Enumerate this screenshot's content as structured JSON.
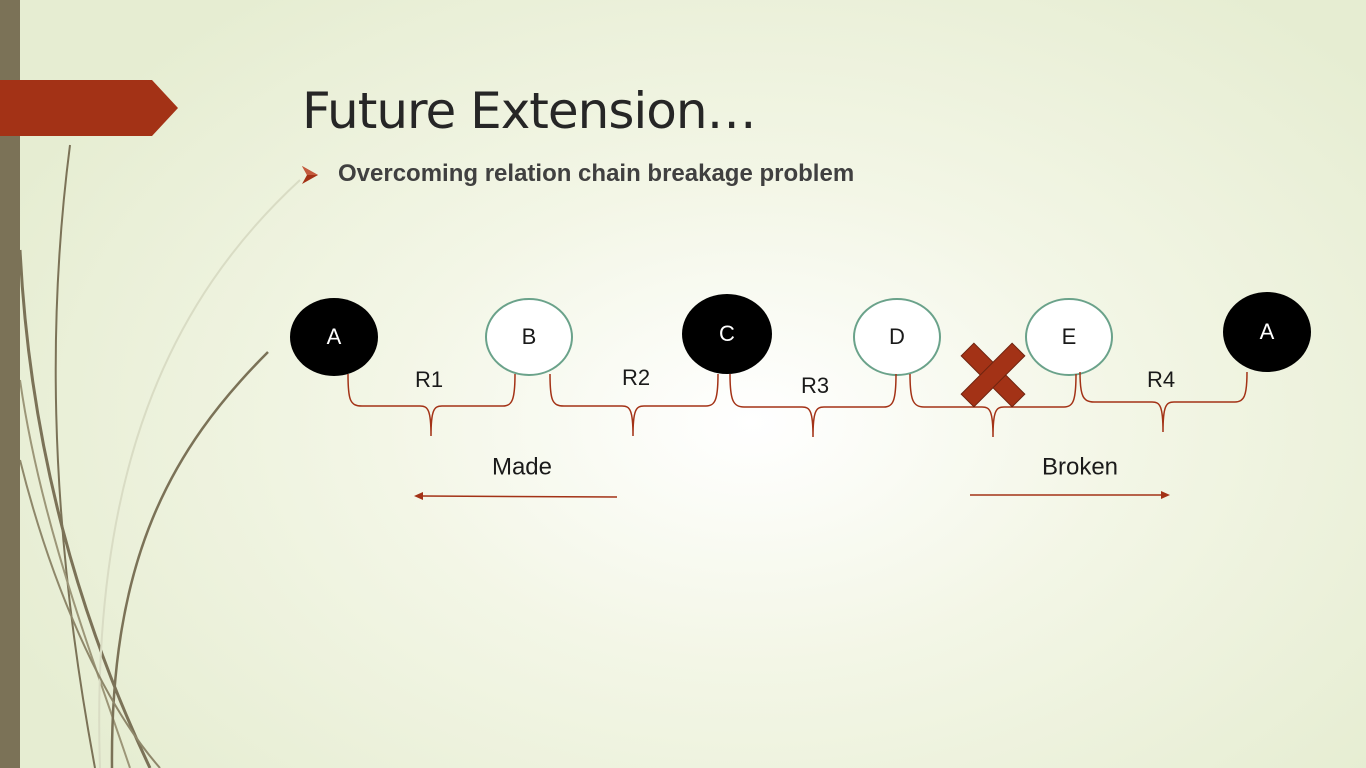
{
  "slide": {
    "title": "Future Extension…",
    "bullet": "Overcoming relation chain breakage problem"
  },
  "diagram": {
    "nodes": [
      {
        "label": "A",
        "style": "filled"
      },
      {
        "label": "B",
        "style": "outline"
      },
      {
        "label": "C",
        "style": "filled"
      },
      {
        "label": "D",
        "style": "outline"
      },
      {
        "label": "E",
        "style": "outline"
      },
      {
        "label": "A",
        "style": "filled"
      }
    ],
    "relations": [
      "R1",
      "R2",
      "R3",
      "R4"
    ],
    "directions": {
      "made": "Made",
      "broken": "Broken"
    },
    "broken_marker": "x-mark-icon"
  },
  "colors": {
    "accent": "#a33216",
    "node_filled": "#000000",
    "node_outline": "#6aa28a",
    "sidebar": "#7b7257"
  }
}
